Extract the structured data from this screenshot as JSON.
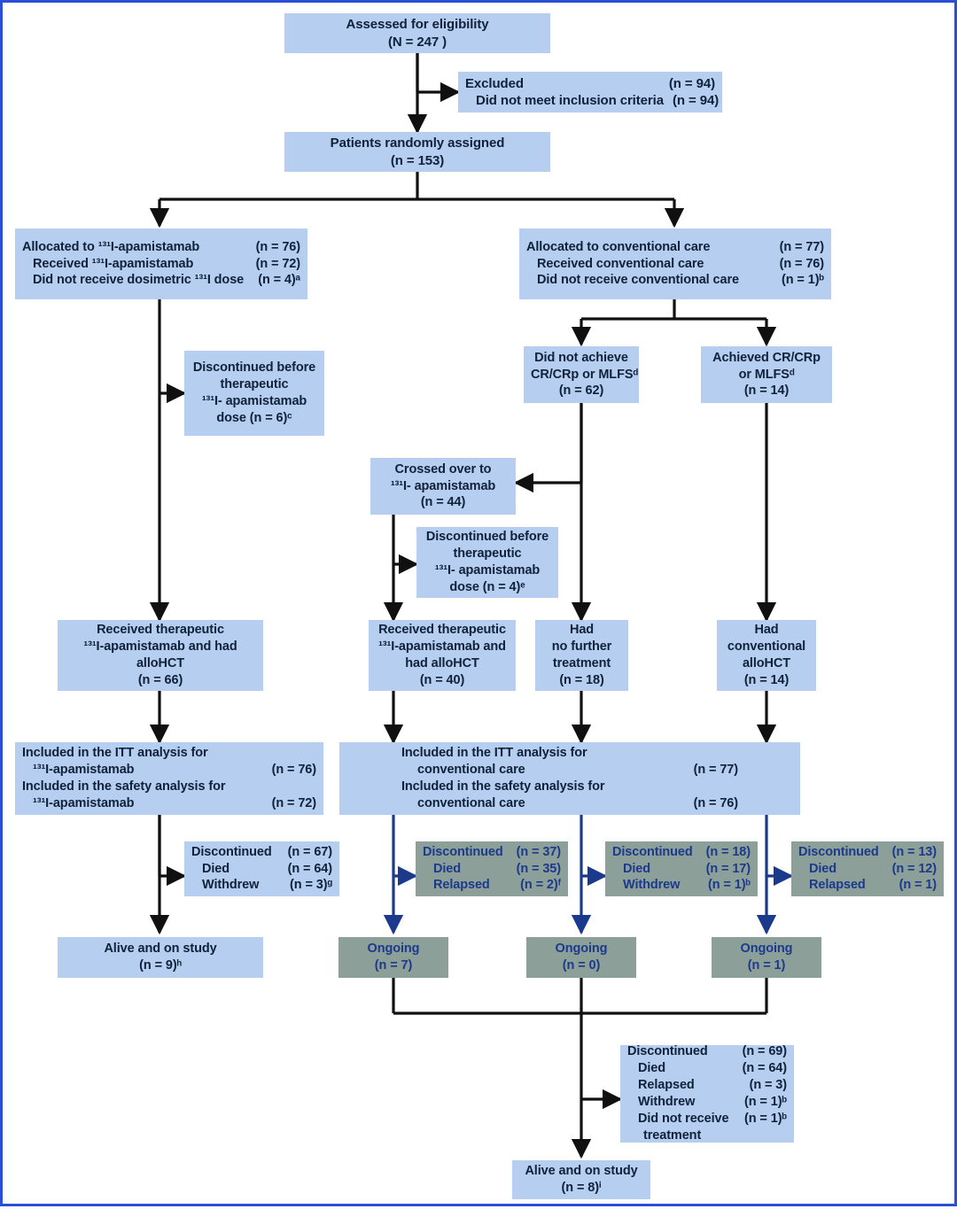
{
  "diagram": {
    "type": "consort-flow-diagram",
    "title": "CONSORT patient flow diagram",
    "colors": {
      "box_blue": "#b6cef0",
      "box_green": "#8d9f99",
      "text_dark": "#10213a",
      "text_blue": "#1b3a8c",
      "connector_black": "#101010",
      "connector_blue": "#1b3a8c",
      "page_border": "#2a4fd6"
    }
  },
  "nodes": {
    "assessed": {
      "line1": "Assessed for eligibility",
      "line2": "(N = 247 )"
    },
    "excluded": {
      "rows": [
        {
          "label": "Excluded",
          "n": "(n = 94)"
        },
        {
          "label": "Did not meet inclusion criteria",
          "n": "(n = 94)"
        }
      ]
    },
    "randomized": {
      "line1": "Patients randomly assigned",
      "line2": "(n = 153)"
    },
    "alloc_apam": {
      "rows": [
        {
          "label": "Allocated to ¹³¹I-apamistamab",
          "n": "(n = 76)"
        },
        {
          "label": "Received ¹³¹I-apamistamab",
          "n": "(n = 72)"
        },
        {
          "label": "Did not receive dosimetric ¹³¹I dose",
          "n": "(n = 4)ᵃ"
        }
      ]
    },
    "alloc_conv": {
      "rows": [
        {
          "label": "Allocated to conventional care",
          "n": "(n = 77)"
        },
        {
          "label": "Received conventional care",
          "n": "(n = 76)"
        },
        {
          "label": "Did not receive conventional care",
          "n": "(n = 1)ᵇ"
        }
      ]
    },
    "disc_before_therapeutic_c": {
      "line1": "Discontinued before",
      "line2": "therapeutic",
      "line3": "¹³¹I- apamistamab",
      "line4": "dose (n = 6)ᶜ"
    },
    "not_achieve": {
      "line1": "Did not achieve",
      "line2": "CR/CRp or MLFSᵈ",
      "line3": "(n = 62)"
    },
    "achieved": {
      "line1": "Achieved CR/CRp",
      "line2": "or MLFSᵈ",
      "line3": "(n = 14)"
    },
    "crossed_over": {
      "line1": "Crossed over to",
      "line2": "¹³¹I- apamistamab",
      "line3": "(n = 44)"
    },
    "disc_before_therapeutic_e": {
      "line1": "Discontinued before",
      "line2": "therapeutic",
      "line3": "¹³¹I- apamistamab",
      "line4": "dose (n = 4)ᵉ"
    },
    "received_therapeutic_left": {
      "line1": "Received therapeutic",
      "line2": "¹³¹I-apamistamab and had",
      "line3": "alloHCT",
      "line4": "(n = 66)"
    },
    "received_therapeutic_mid": {
      "line1": "Received therapeutic",
      "line2": "¹³¹I-apamistamab and",
      "line3": "had alloHCT",
      "line4": "(n = 40)"
    },
    "no_further": {
      "line1": "Had",
      "line2": "no further",
      "line3": "treatment",
      "line4": "(n = 18)"
    },
    "conv_allohct": {
      "line1": "Had",
      "line2": "conventional",
      "line3": "alloHCT",
      "line4": "(n = 14)"
    },
    "itt_apam": {
      "rows": [
        {
          "label": "Included in the ITT analysis for",
          "n": ""
        },
        {
          "label": "¹³¹I-apamistamab",
          "n": "(n = 76)"
        },
        {
          "label": "Included in the safety analysis for",
          "n": ""
        },
        {
          "label": "¹³¹I-apamistamab",
          "n": "(n = 72)"
        }
      ]
    },
    "itt_conv": {
      "rows": [
        {
          "label": "Included in the ITT analysis for",
          "n": ""
        },
        {
          "label": "conventional care",
          "n": "(n = 77)"
        },
        {
          "label": "Included in the safety analysis for",
          "n": ""
        },
        {
          "label": "conventional care",
          "n": "(n = 76)"
        }
      ]
    },
    "disc_left": {
      "rows": [
        {
          "label": "Discontinued",
          "n": "(n = 67)"
        },
        {
          "label": "Died",
          "n": "(n = 64)"
        },
        {
          "label": "Withdrew",
          "n": "(n = 3)ᵍ"
        }
      ]
    },
    "disc_g1": {
      "rows": [
        {
          "label": "Discontinued",
          "n": "(n = 37)"
        },
        {
          "label": "Died",
          "n": "(n = 35)"
        },
        {
          "label": "Relapsed",
          "n": "(n = 2)ᶠ"
        }
      ]
    },
    "disc_g2": {
      "rows": [
        {
          "label": "Discontinued",
          "n": "(n = 18)"
        },
        {
          "label": "Died",
          "n": "(n = 17)"
        },
        {
          "label": "Withdrew",
          "n": "(n = 1)ᵇ"
        }
      ]
    },
    "disc_g3": {
      "rows": [
        {
          "label": "Discontinued",
          "n": "(n = 13)"
        },
        {
          "label": "Died",
          "n": "(n = 12)"
        },
        {
          "label": "Relapsed",
          "n": "(n = 1)"
        }
      ]
    },
    "alive_left": {
      "line1": "Alive and on study",
      "line2": "(n = 9)ʰ"
    },
    "ongoing1": {
      "line1": "Ongoing",
      "line2": "(n = 7)"
    },
    "ongoing2": {
      "line1": "Ongoing",
      "line2": "(n = 0)"
    },
    "ongoing3": {
      "line1": "Ongoing",
      "line2": "(n = 1)"
    },
    "disc_bottom": {
      "rows": [
        {
          "label": "Discontinued",
          "n": "(n = 69)"
        },
        {
          "label": "Died",
          "n": "(n = 64)"
        },
        {
          "label": "Relapsed",
          "n": "(n = 3)"
        },
        {
          "label": "Withdrew",
          "n": "(n = 1)ᵇ"
        },
        {
          "label": "Did not receive",
          "n": "(n = 1)ᵇ"
        },
        {
          "label": "treatment",
          "n": ""
        }
      ]
    },
    "alive_bottom": {
      "line1": "Alive and on study",
      "line2": "(n = 8)ⁱ"
    }
  },
  "chart_data": {
    "type": "diagram",
    "flow": [
      {
        "from": "assessed",
        "to": "excluded",
        "n": 94
      },
      {
        "from": "assessed",
        "to": "randomized",
        "n": 153
      },
      {
        "from": "randomized",
        "to": "alloc_apam",
        "n": 76
      },
      {
        "from": "randomized",
        "to": "alloc_conv",
        "n": 77
      },
      {
        "from": "alloc_apam",
        "to": "disc_before_therapeutic_c",
        "n": 6
      },
      {
        "from": "alloc_apam",
        "to": "received_therapeutic_left",
        "n": 66
      },
      {
        "from": "alloc_conv",
        "to": "not_achieve",
        "n": 62
      },
      {
        "from": "alloc_conv",
        "to": "achieved",
        "n": 14
      },
      {
        "from": "not_achieve",
        "to": "crossed_over",
        "n": 44
      },
      {
        "from": "not_achieve",
        "to": "no_further",
        "n": 18
      },
      {
        "from": "crossed_over",
        "to": "disc_before_therapeutic_e",
        "n": 4
      },
      {
        "from": "crossed_over",
        "to": "received_therapeutic_mid",
        "n": 40
      },
      {
        "from": "achieved",
        "to": "conv_allohct",
        "n": 14
      },
      {
        "from": "received_therapeutic_left",
        "to": "itt_apam",
        "n": 76
      },
      {
        "from": "received_therapeutic_mid",
        "to": "itt_conv",
        "n": 77
      },
      {
        "from": "itt_apam",
        "to": "disc_left",
        "n": 67
      },
      {
        "from": "itt_apam",
        "to": "alive_left",
        "n": 9
      },
      {
        "from": "itt_conv",
        "to": "disc_g1",
        "n": 37
      },
      {
        "from": "itt_conv",
        "to": "disc_g2",
        "n": 18
      },
      {
        "from": "itt_conv",
        "to": "disc_g3",
        "n": 13
      },
      {
        "from": "itt_conv",
        "to": "ongoing1",
        "n": 7
      },
      {
        "from": "itt_conv",
        "to": "ongoing2",
        "n": 0
      },
      {
        "from": "itt_conv",
        "to": "ongoing3",
        "n": 1
      },
      {
        "from": "ongoing_all",
        "to": "disc_bottom",
        "n": 69
      },
      {
        "from": "ongoing_all",
        "to": "alive_bottom",
        "n": 8
      }
    ]
  }
}
